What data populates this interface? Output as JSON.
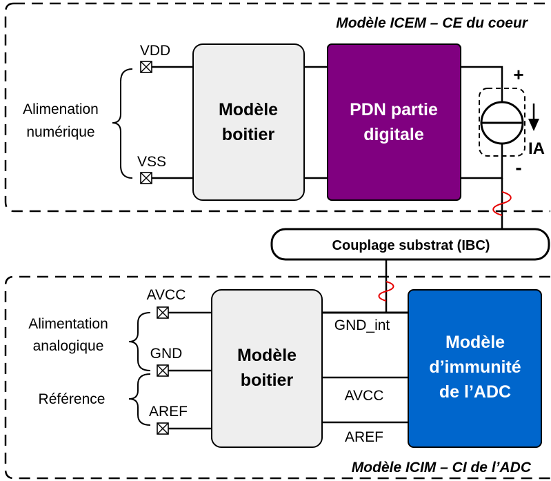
{
  "top_section": {
    "title": "Modèle ICEM – CE du coeur",
    "pin_vdd": "VDD",
    "pin_vss": "VSS",
    "supply_label_line1": "Alimenation",
    "supply_label_line2": "numérique",
    "package_box_line1": "Modèle",
    "package_box_line2": "boitier",
    "pdn_box_line1": "PDN partie",
    "pdn_box_line2": "digitale",
    "plus_sign": "+",
    "minus_sign": "-",
    "current_source_label": "IA"
  },
  "coupling": {
    "label": "Couplage substrat (IBC)"
  },
  "bottom_section": {
    "title": "Modèle ICIM – CI de l’ADC",
    "pin_avcc": "AVCC",
    "pin_gnd": "GND",
    "pin_aref": "AREF",
    "supply_label_line1": "Alimentation",
    "supply_label_line2": "analogique",
    "reference_label": "Référence",
    "package_box_line1": "Modèle",
    "package_box_line2": "boitier",
    "net_gnd_int": "GND_int",
    "net_avcc": "AVCC",
    "net_aref": "AREF",
    "adc_box_line1": "Modèle",
    "adc_box_line2": "d’immunité",
    "adc_box_line3": "de l’ADC"
  },
  "colors": {
    "package_fill": "#eeeeee",
    "pdn_fill": "#800080",
    "adc_fill": "#0066cc",
    "coupling_wave": "#e60000"
  }
}
